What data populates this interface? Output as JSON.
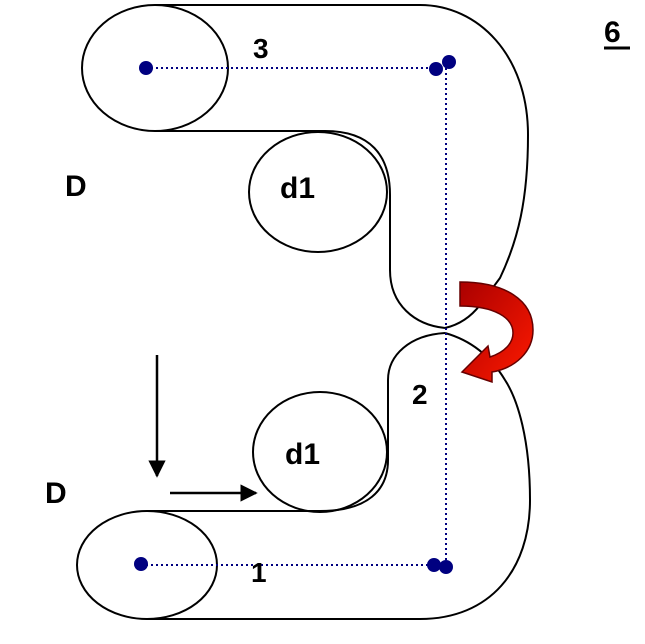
{
  "labels": {
    "page_number": "6",
    "large_pulley_top": "D",
    "large_pulley_bottom": "D",
    "small_pulley_top": "d1",
    "small_pulley_bottom": "d1",
    "segment_top": "3",
    "segment_middle": "2",
    "segment_bottom": "1"
  },
  "colors": {
    "outline": "#000000",
    "axis_dots": "#000080",
    "arrow_dark": "#990000",
    "arrow_light": "#ee1100"
  },
  "icons": {
    "turn_arrow": "curved-red-arrow",
    "force_arrows": "black-straight-arrows"
  }
}
